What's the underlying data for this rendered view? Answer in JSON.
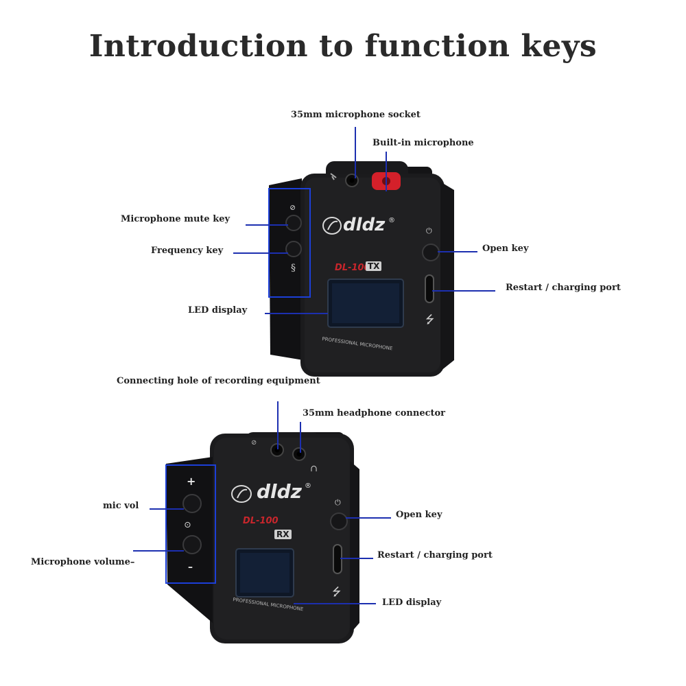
{
  "title": "Introduction to function keys",
  "brand": {
    "logo_text": "dldz",
    "registered_mark": "®",
    "footer_text": "PROFESSIONAL MICROPHONE"
  },
  "transmitter": {
    "model": "DL-100",
    "model_suffix": "TX",
    "callouts": {
      "mic_socket": "35mm microphone socket",
      "builtin_mic": "Built-in microphone",
      "mute_key": "Microphone mute key",
      "frequency_key": "Frequency key",
      "led_display": "LED display",
      "open_key": "Open key",
      "restart_port": "Restart / charging port"
    }
  },
  "receiver": {
    "model": "DL-100",
    "model_suffix": "RX",
    "button_plus": "+",
    "button_minus": "–",
    "callouts": {
      "recording_hole": "Connecting hole of recording equipment",
      "headphone_connector": "35mm headphone connector",
      "mic_vol": "mic vol",
      "mic_volume_minus": "Microphone volume–",
      "open_key": "Open key",
      "restart_port": "Restart / charging port",
      "led_display": "LED display"
    }
  },
  "icons": {
    "mute": "mic-mute-icon",
    "frequency": "frequency-icon",
    "power": "power-icon",
    "usb": "usb-icon",
    "mic": "mic-icon",
    "headphone": "headphone-icon"
  },
  "colors": {
    "callout_line": "#1c2fb0",
    "highlight_box": "#1c3fd8",
    "device_body": "#1b1b1d",
    "model_red": "#c8262c",
    "mic_red": "#d4202a"
  }
}
